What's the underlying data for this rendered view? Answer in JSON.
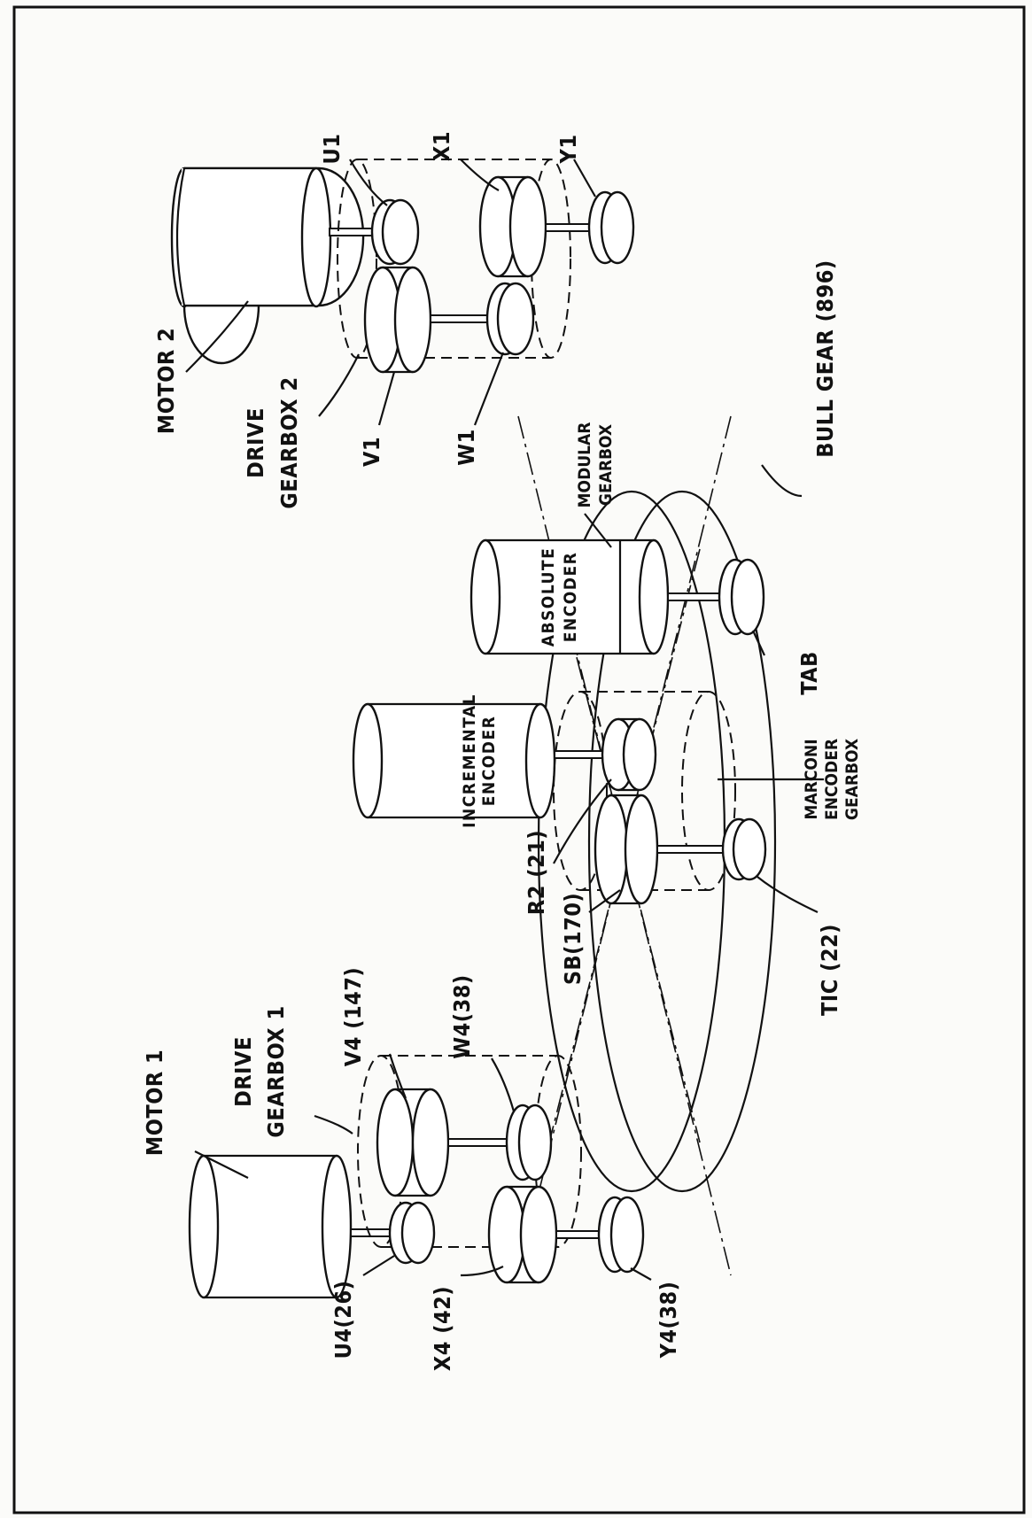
{
  "labels": {
    "motor2": "MOTOR 2",
    "drive_gearbox_2_line1": "DRIVE",
    "drive_gearbox_2_line2": "GEARBOX 2",
    "u1": "U1",
    "x1": "X1",
    "y1": "Y1",
    "v1": "V1",
    "w1": "W1",
    "bull_gear": "BULL GEAR (896)",
    "modular_gearbox_line1": "MODULAR",
    "modular_gearbox_line2": "GEARBOX",
    "absolute_encoder_line1": "ABSOLUTE",
    "absolute_encoder_line2": "ENCODER",
    "tab": "TAB",
    "incremental_encoder_line1": "INCREMENTAL",
    "incremental_encoder_line2": "ENCODER",
    "marconi_line1": "MARCONI",
    "marconi_line2": "ENCODER",
    "marconi_line3": "GEARBOX",
    "r2": "R2 (21)",
    "sb": "SB(170)",
    "tic": "TIC (22)",
    "motor1": "MOTOR 1",
    "drive_gearbox_1_line1": "DRIVE",
    "drive_gearbox_1_line2": "GEARBOX 1",
    "v4": "V4 (147)",
    "w4": "W4(38)",
    "u4": "U4(26)",
    "x4": "X4 (42)",
    "y4": "Y4(38)"
  }
}
